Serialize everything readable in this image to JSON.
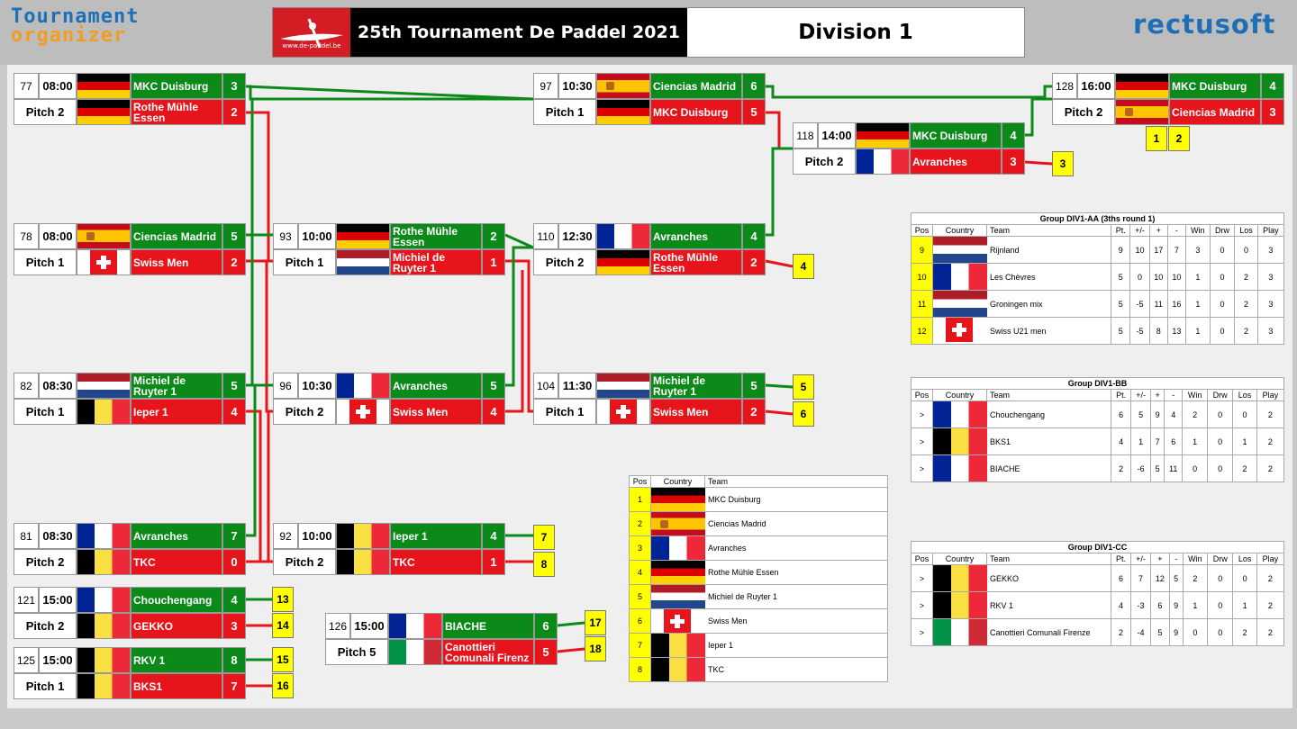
{
  "header": {
    "logo_to_line1": "Tournament",
    "logo_to_line2": "organizer",
    "logo_text": "www.de-paddel.be",
    "title": "25th Tournament De Paddel 2021",
    "division": "Division 1",
    "brand": "rectusoft"
  },
  "colors": {
    "win": "#0b8a1a",
    "lose": "#e8141c",
    "placement": "#ffff00"
  },
  "matches": [
    {
      "id": "77",
      "time": "08:00",
      "pitch": "Pitch 2",
      "t1": {
        "name": "MKC Duisburg",
        "flag": "de",
        "score": "3"
      },
      "t2": {
        "name": "Rothe Mühle Essen",
        "flag": "de",
        "score": "2"
      }
    },
    {
      "id": "78",
      "time": "08:00",
      "pitch": "Pitch 1",
      "t1": {
        "name": "Ciencias Madrid",
        "flag": "es",
        "score": "5"
      },
      "t2": {
        "name": "Swiss Men",
        "flag": "ch",
        "score": "2"
      }
    },
    {
      "id": "82",
      "time": "08:30",
      "pitch": "Pitch 1",
      "t1": {
        "name": "Michiel de Ruyter 1",
        "flag": "nl",
        "score": "5"
      },
      "t2": {
        "name": "Ieper 1",
        "flag": "be",
        "score": "4"
      }
    },
    {
      "id": "81",
      "time": "08:30",
      "pitch": "Pitch 2",
      "t1": {
        "name": "Avranches",
        "flag": "fr",
        "score": "7"
      },
      "t2": {
        "name": "TKC",
        "flag": "be",
        "score": "0"
      }
    },
    {
      "id": "121",
      "time": "15:00",
      "pitch": "Pitch 2",
      "t1": {
        "name": "Chouchengang",
        "flag": "fr",
        "score": "4"
      },
      "t2": {
        "name": "GEKKO",
        "flag": "be",
        "score": "3"
      }
    },
    {
      "id": "125",
      "time": "15:00",
      "pitch": "Pitch 1",
      "t1": {
        "name": "RKV 1",
        "flag": "be",
        "score": "8"
      },
      "t2": {
        "name": "BKS1",
        "flag": "be",
        "score": "7"
      }
    },
    {
      "id": "93",
      "time": "10:00",
      "pitch": "Pitch 1",
      "t1": {
        "name": "Rothe Mühle Essen",
        "flag": "de",
        "score": "2"
      },
      "t2": {
        "name": "Michiel de Ruyter 1",
        "flag": "nl",
        "score": "1"
      }
    },
    {
      "id": "96",
      "time": "10:30",
      "pitch": "Pitch 2",
      "t1": {
        "name": "Avranches",
        "flag": "fr",
        "score": "5"
      },
      "t2": {
        "name": "Swiss Men",
        "flag": "ch",
        "score": "4"
      }
    },
    {
      "id": "92",
      "time": "10:00",
      "pitch": "Pitch 2",
      "t1": {
        "name": "Ieper 1",
        "flag": "be",
        "score": "4"
      },
      "t2": {
        "name": "TKC",
        "flag": "be",
        "score": "1"
      }
    },
    {
      "id": "126",
      "time": "15:00",
      "pitch": "Pitch 5",
      "t1": {
        "name": "BIACHE",
        "flag": "fr",
        "score": "6"
      },
      "t2": {
        "name": "Canottieri Comunali Firenz",
        "flag": "it",
        "score": "5"
      }
    },
    {
      "id": "97",
      "time": "10:30",
      "pitch": "Pitch 1",
      "t1": {
        "name": "Ciencias Madrid",
        "flag": "es",
        "score": "6"
      },
      "t2": {
        "name": "MKC Duisburg",
        "flag": "de",
        "score": "5"
      }
    },
    {
      "id": "110",
      "time": "12:30",
      "pitch": "Pitch 2",
      "t1": {
        "name": "Avranches",
        "flag": "fr",
        "score": "4"
      },
      "t2": {
        "name": "Rothe Mühle Essen",
        "flag": "de",
        "score": "2"
      }
    },
    {
      "id": "104",
      "time": "11:30",
      "pitch": "Pitch 1",
      "t1": {
        "name": "Michiel de Ruyter 1",
        "flag": "nl",
        "score": "5"
      },
      "t2": {
        "name": "Swiss Men",
        "flag": "ch",
        "score": "2"
      }
    },
    {
      "id": "118",
      "time": "14:00",
      "pitch": "Pitch 2",
      "t1": {
        "name": "MKC Duisburg",
        "flag": "de",
        "score": "4"
      },
      "t2": {
        "name": "Avranches",
        "flag": "fr",
        "score": "3"
      }
    },
    {
      "id": "128",
      "time": "16:00",
      "pitch": "Pitch 2",
      "t1": {
        "name": "MKC Duisburg",
        "flag": "de",
        "score": "4"
      },
      "t2": {
        "name": "Ciencias Madrid",
        "flag": "es",
        "score": "3"
      }
    }
  ],
  "placement_boxes": [
    "1",
    "2",
    "3",
    "4",
    "5",
    "6",
    "7",
    "8",
    "13",
    "14",
    "15",
    "16",
    "17",
    "18"
  ],
  "final_ranking": {
    "headers": [
      "Pos",
      "Country",
      "Team"
    ],
    "rows": [
      {
        "pos": "1",
        "flag": "de",
        "team": "MKC Duisburg"
      },
      {
        "pos": "2",
        "flag": "es",
        "team": "Ciencias Madrid"
      },
      {
        "pos": "3",
        "flag": "fr",
        "team": "Avranches"
      },
      {
        "pos": "4",
        "flag": "de",
        "team": "Rothe Mühle Essen"
      },
      {
        "pos": "5",
        "flag": "nl",
        "team": "Michiel de Ruyter 1"
      },
      {
        "pos": "6",
        "flag": "ch",
        "team": "Swiss Men"
      },
      {
        "pos": "7",
        "flag": "be",
        "team": "Ieper 1"
      },
      {
        "pos": "8",
        "flag": "be",
        "team": "TKC"
      }
    ]
  },
  "groups": [
    {
      "title": "Group DIV1-AA (3ths round 1)",
      "headers": [
        "Pos",
        "Country",
        "Team",
        "Pt.",
        "+/-",
        "+",
        "-",
        "Win",
        "Drw",
        "Los",
        "Play"
      ],
      "rows": [
        {
          "pos": "9",
          "flag": "nl",
          "team": "Rijnland",
          "pt": "9",
          "diff": "10",
          "plus": "17",
          "minus": "7",
          "win": "3",
          "drw": "0",
          "los": "0",
          "play": "3"
        },
        {
          "pos": "10",
          "flag": "fr",
          "team": "Les Chèvres",
          "pt": "5",
          "diff": "0",
          "plus": "10",
          "minus": "10",
          "win": "1",
          "drw": "0",
          "los": "2",
          "play": "3"
        },
        {
          "pos": "11",
          "flag": "nl",
          "team": "Groningen mix",
          "pt": "5",
          "diff": "-5",
          "plus": "11",
          "minus": "16",
          "win": "1",
          "drw": "0",
          "los": "2",
          "play": "3"
        },
        {
          "pos": "12",
          "flag": "ch",
          "team": "Swiss U21 men",
          "pt": "5",
          "diff": "-5",
          "plus": "8",
          "minus": "13",
          "win": "1",
          "drw": "0",
          "los": "2",
          "play": "3"
        }
      ]
    },
    {
      "title": "Group DIV1-BB",
      "headers": [
        "Pos",
        "Country",
        "Team",
        "Pt.",
        "+/-",
        "+",
        "-",
        "Win",
        "Drw",
        "Los",
        "Play"
      ],
      "rows": [
        {
          "pos": ">",
          "flag": "fr",
          "team": "Chouchengang",
          "pt": "6",
          "diff": "5",
          "plus": "9",
          "minus": "4",
          "win": "2",
          "drw": "0",
          "los": "0",
          "play": "2"
        },
        {
          "pos": ">",
          "flag": "be",
          "team": "BKS1",
          "pt": "4",
          "diff": "1",
          "plus": "7",
          "minus": "6",
          "win": "1",
          "drw": "0",
          "los": "1",
          "play": "2"
        },
        {
          "pos": ">",
          "flag": "fr",
          "team": "BIACHE",
          "pt": "2",
          "diff": "-6",
          "plus": "5",
          "minus": "11",
          "win": "0",
          "drw": "0",
          "los": "2",
          "play": "2"
        }
      ]
    },
    {
      "title": "Group DIV1-CC",
      "headers": [
        "Pos",
        "Country",
        "Team",
        "Pt.",
        "+/-",
        "+",
        "-",
        "Win",
        "Drw",
        "Los",
        "Play"
      ],
      "rows": [
        {
          "pos": ">",
          "flag": "be",
          "team": "GEKKO",
          "pt": "6",
          "diff": "7",
          "plus": "12",
          "minus": "5",
          "win": "2",
          "drw": "0",
          "los": "0",
          "play": "2"
        },
        {
          "pos": ">",
          "flag": "be",
          "team": "RKV 1",
          "pt": "4",
          "diff": "-3",
          "plus": "6",
          "minus": "9",
          "win": "1",
          "drw": "0",
          "los": "1",
          "play": "2"
        },
        {
          "pos": ">",
          "flag": "it",
          "team": "Canottieri Comunali Firenze",
          "pt": "2",
          "diff": "-4",
          "plus": "5",
          "minus": "9",
          "win": "0",
          "drw": "0",
          "los": "2",
          "play": "2"
        }
      ]
    }
  ]
}
